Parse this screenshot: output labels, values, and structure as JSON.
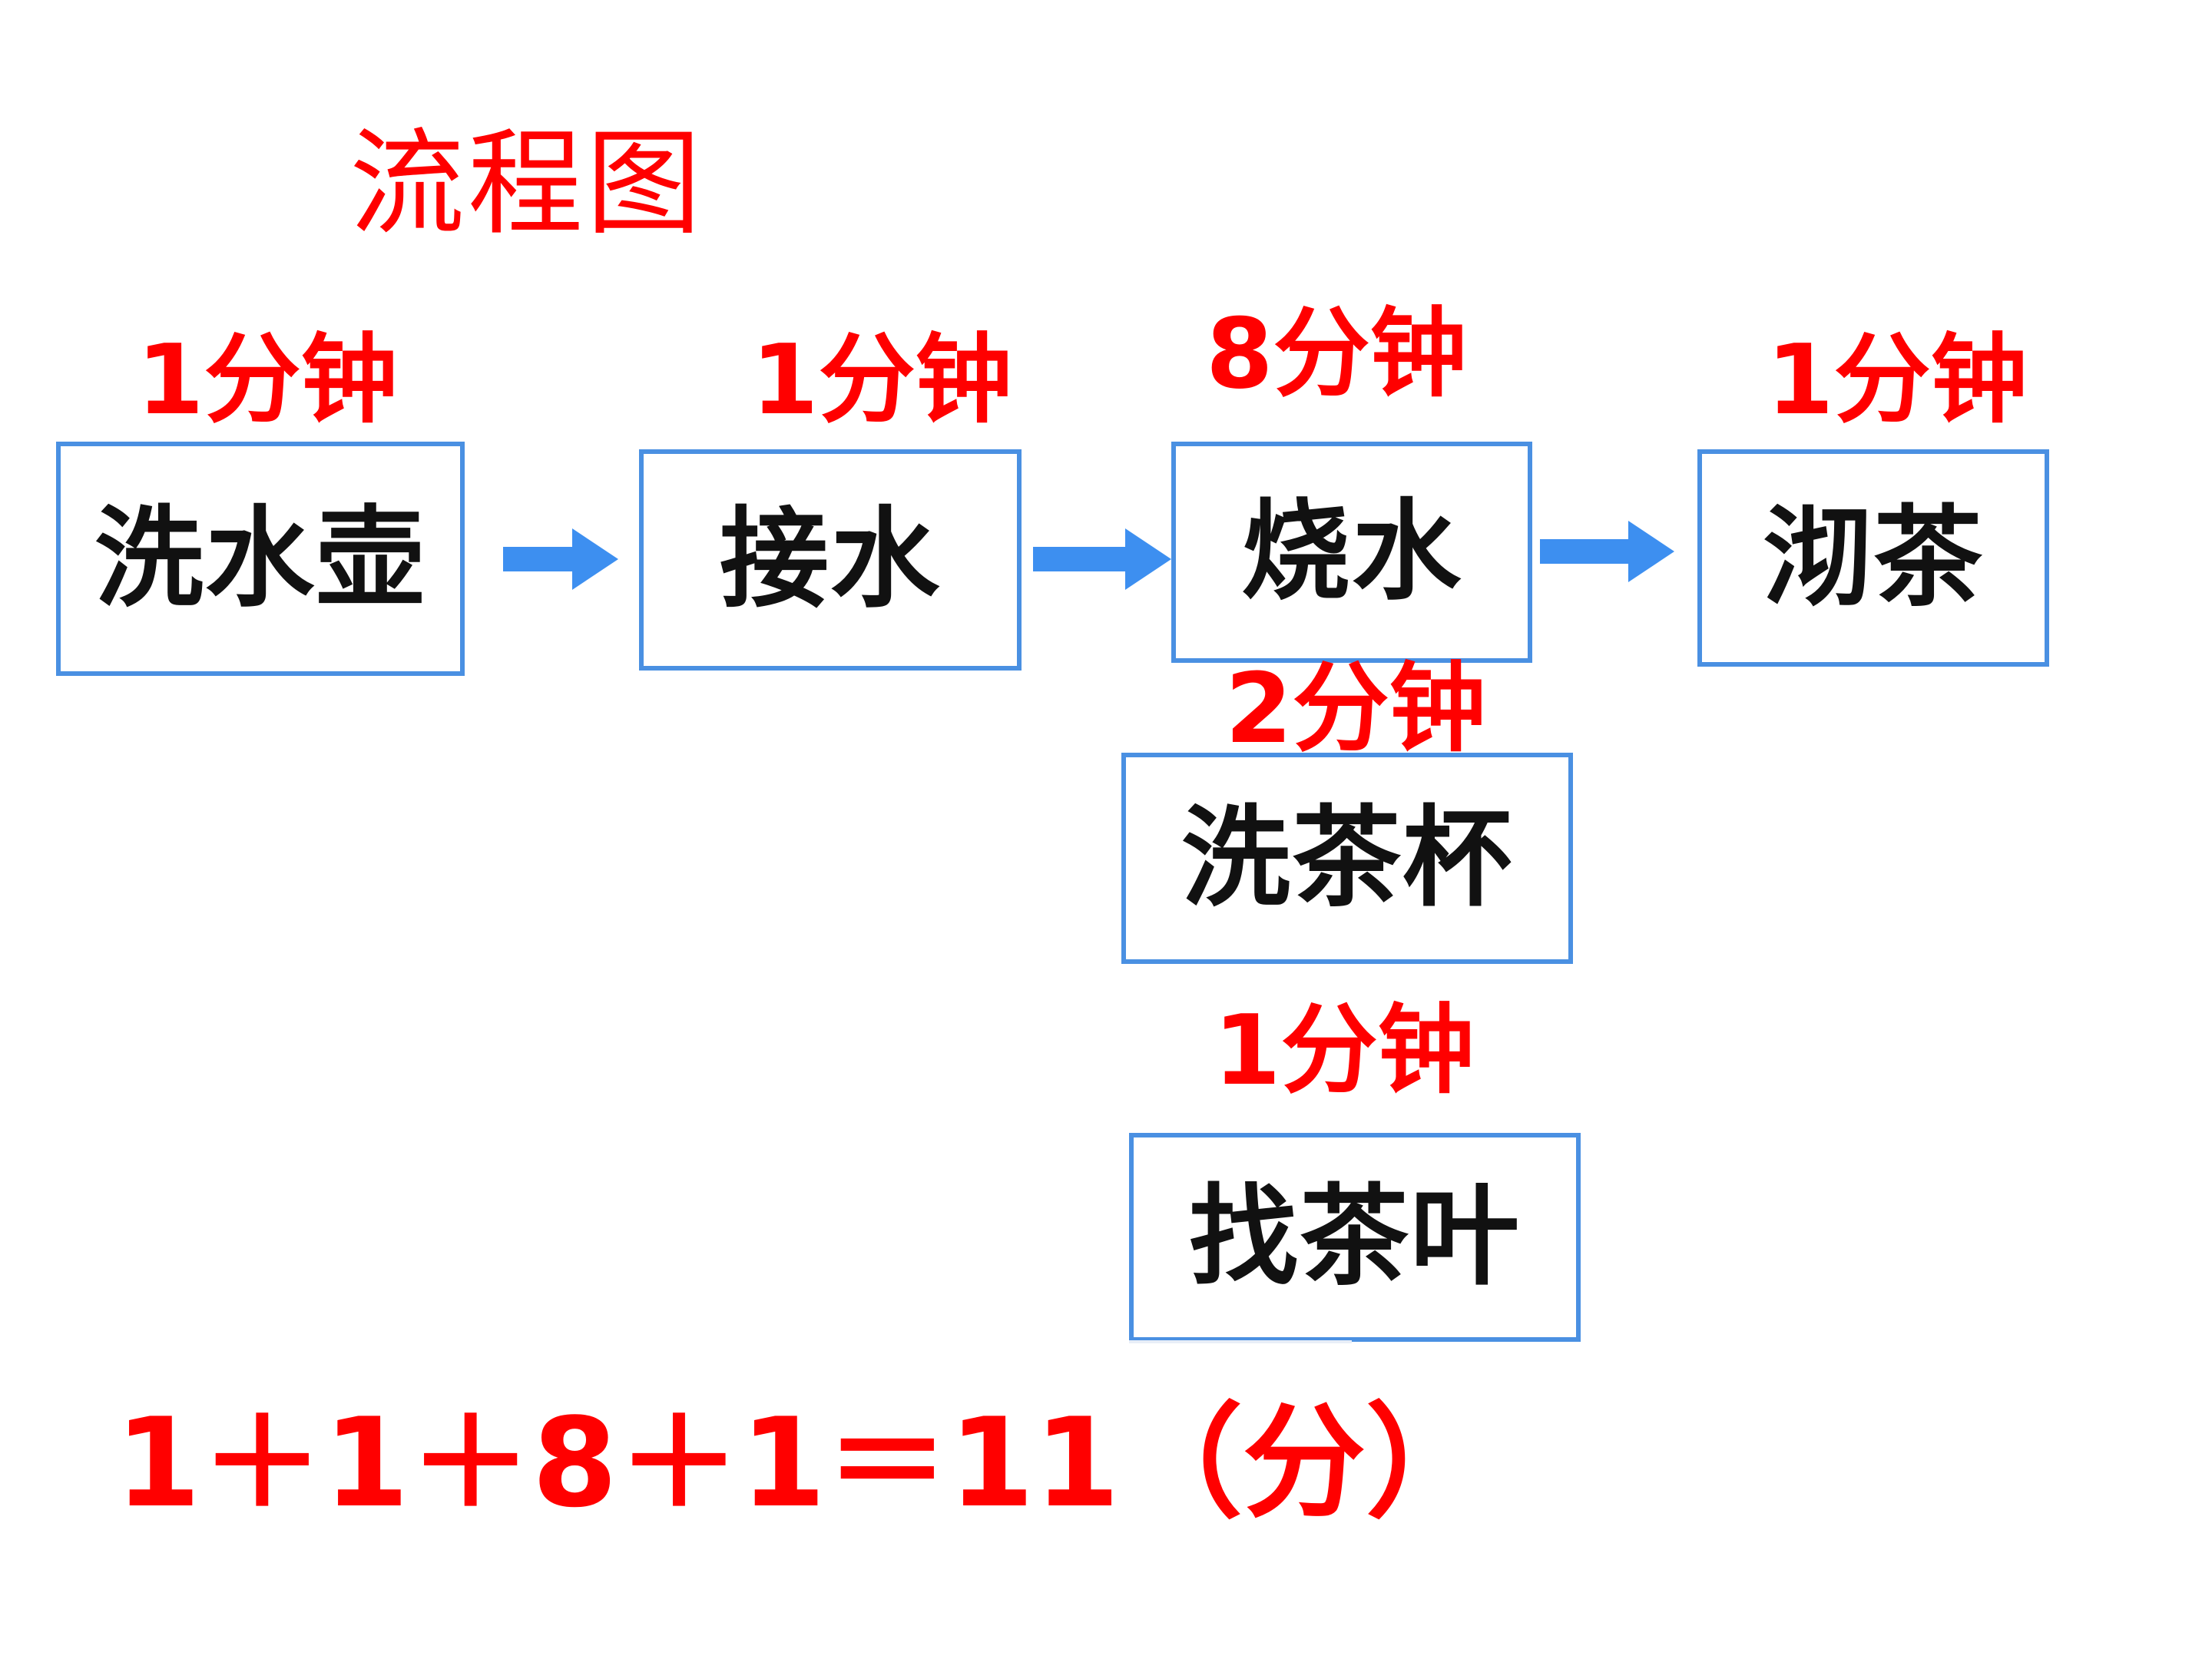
{
  "title": "流程图",
  "accent_color": "#ff0000",
  "box_border_color": "#4a90e2",
  "arrow_color": "#3d8ff0",
  "steps": [
    {
      "time": "1分钟",
      "label": "洗水壶"
    },
    {
      "time": "1分钟",
      "label": "接水"
    },
    {
      "time": "8分钟",
      "label": "烧水"
    },
    {
      "time": "1分钟",
      "label": "沏茶"
    },
    {
      "time": "2分钟",
      "label": "洗茶杯"
    },
    {
      "time": "1分钟",
      "label": "找茶叶"
    }
  ],
  "formula": "1＋1＋8＋1＝11（分）"
}
